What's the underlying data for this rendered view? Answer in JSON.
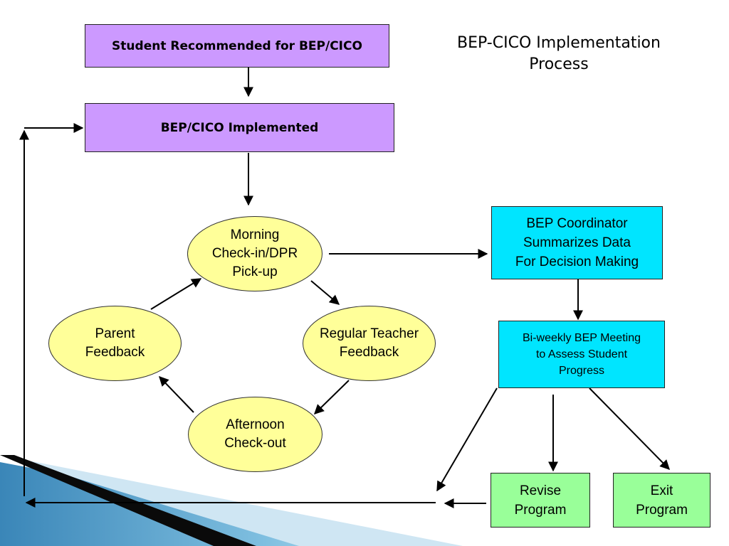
{
  "title": "BEP-CICO Implementation\nProcess",
  "boxes": {
    "recommended": "Student Recommended for BEP/CICO",
    "implemented": "BEP/CICO Implemented",
    "coordinator": "BEP Coordinator\nSummarizes Data\nFor Decision Making",
    "meeting": "Bi-weekly  BEP Meeting\nto Assess Student\nProgress",
    "revise": "Revise\nProgram",
    "exit": "Exit\nProgram"
  },
  "cycle": {
    "morning": "Morning\nCheck-in/DPR\nPick-up",
    "teacher": "Regular Teacher\nFeedback",
    "afternoon": "Afternoon\nCheck-out",
    "parent": "Parent\nFeedback"
  },
  "colors": {
    "purple": "#cc99ff",
    "cyan": "#00e5ff",
    "green": "#99ff99",
    "yellow": "#ffff99"
  }
}
